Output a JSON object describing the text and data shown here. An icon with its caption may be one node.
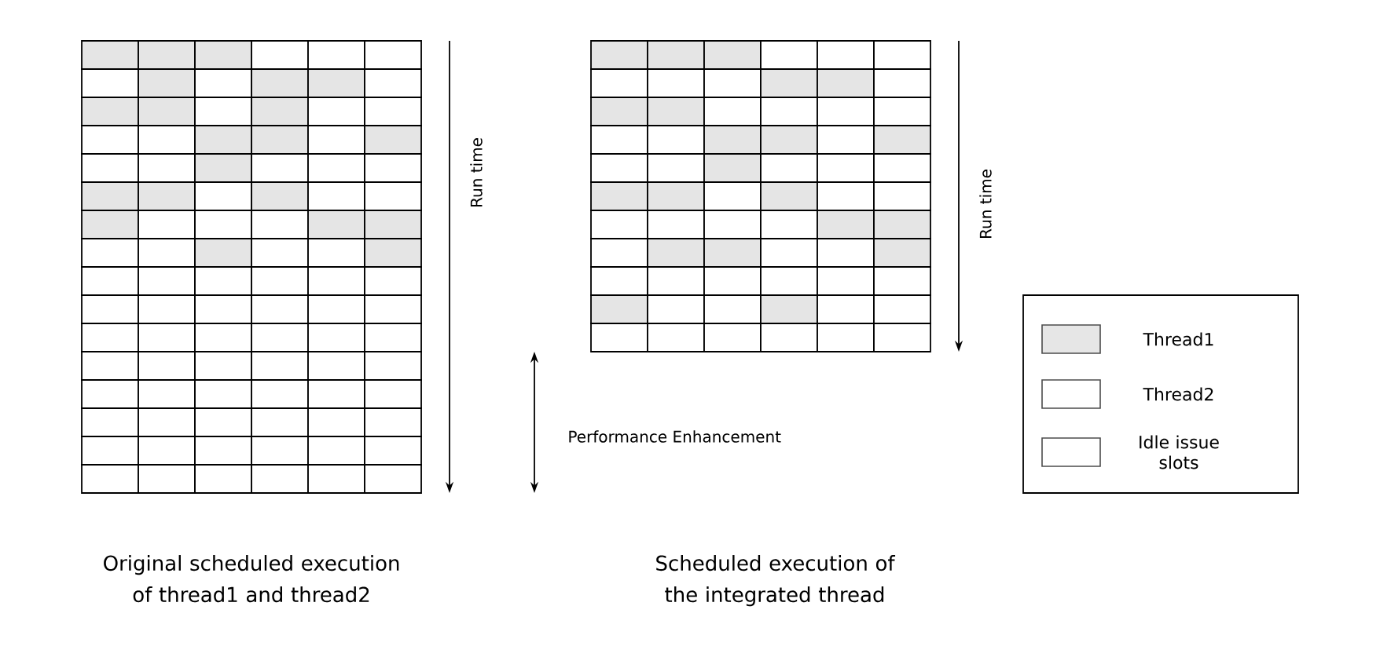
{
  "diagram": {
    "labels": [
      "Run time",
      "Run time",
      "Performance Enhancement",
      "Original scheduled execution of thread1 and thread2",
      "Scheduled execution of the integrated thread"
    ],
    "legend": [
      {
        "text": "Thread1",
        "color": "#e6e6e6"
      },
      {
        "text": "Thread2"
      },
      {
        "text": "Idle issue slots"
      }
    ]
  }
}
